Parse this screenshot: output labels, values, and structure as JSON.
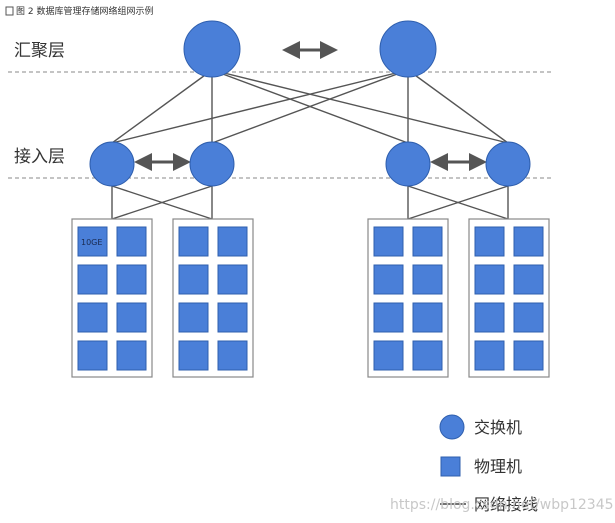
{
  "caption": "图 2 数据库管理存储网络组网示例",
  "layers": {
    "aggregation": "汇聚层",
    "access": "接入层"
  },
  "port_label": "10GE",
  "legend": {
    "switch": "交换机",
    "server": "物理机",
    "link": "网络接线"
  },
  "watermark": "https://blog.csdn.net/wbp12345",
  "colors": {
    "node_fill": "#4a7fd8",
    "node_stroke": "#2f5fae",
    "link": "#555555",
    "dashed": "#8a8a8a",
    "rack_border": "#888888"
  }
}
